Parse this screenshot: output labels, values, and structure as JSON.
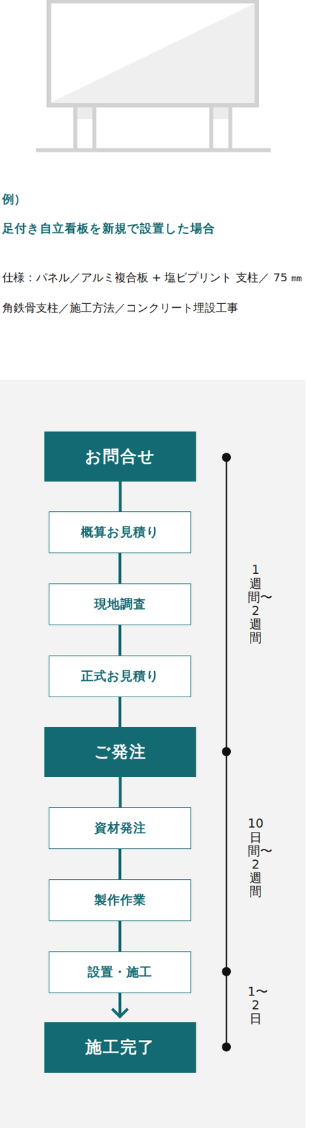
{
  "diagram": {
    "title": "足付き自立看板を新規で設置した場合",
    "nodes": [
      {
        "text": [
          "お問合せ"
        ]
      },
      {
        "text": [
          "概算お見積り"
        ]
      },
      {
        "text": [
          "現地調査"
        ]
      },
      {
        "text": [
          "正式お見積り"
        ]
      },
      {
        "text": [
          "ご発注"
        ]
      },
      {
        "text": [
          "資材発注"
        ]
      },
      {
        "text": [
          "製作作業"
        ]
      },
      {
        "text": [
          "設置・施工"
        ]
      },
      {
        "text": [
          "施工完了"
        ]
      }
    ],
    "edges": [
      {
        "from": 0,
        "to": 1,
        "arrow": "none"
      },
      {
        "from": 1,
        "to": 2,
        "arrow": "none"
      },
      {
        "from": 2,
        "to": 3,
        "arrow": "none"
      },
      {
        "from": 3,
        "to": 4,
        "arrow": "none"
      },
      {
        "from": 4,
        "to": 5,
        "arrow": "none"
      },
      {
        "from": 5,
        "to": 6,
        "arrow": "none"
      },
      {
        "from": 6,
        "to": 7,
        "arrow": "none"
      },
      {
        "from": 7,
        "to": 8,
        "arrow": "to"
      }
    ],
    "labels": [
      "例）",
      "仕様：パネル／アルミ複合板 + 塩ビプリント 支柱／ 75 ㎜角鉄骨支柱／施工方法／コンクリート埋設工事",
      "1週間〜2週間",
      "10日間〜2週間",
      "1〜2日"
    ]
  }
}
